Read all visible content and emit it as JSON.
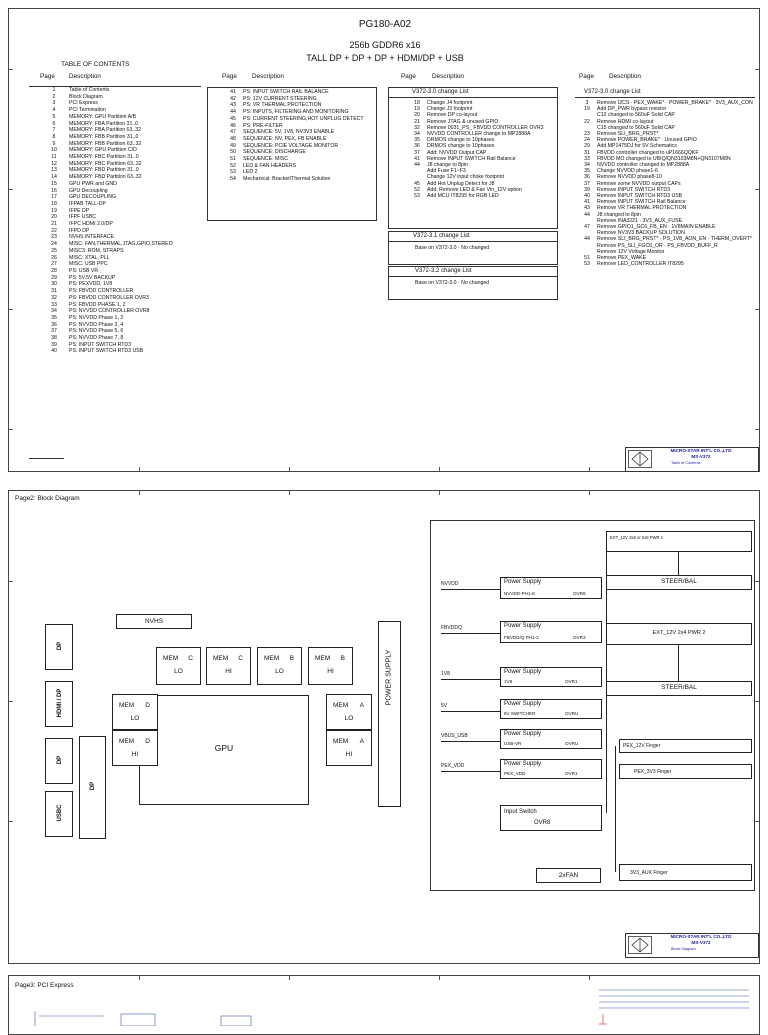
{
  "page1": {
    "title": "PG180-A02",
    "subtitle": "256b GDDR6 x16",
    "ports": "TALL DP + DP + DP + HDMI/DP + USB",
    "toc_title": "TABLE OF CONTENTS",
    "hdr_page": "Page",
    "hdr_desc": "Description",
    "toc_col1": [
      {
        "p": "1",
        "d": "Table of Contents"
      },
      {
        "p": "2",
        "d": "Block Diagram"
      },
      {
        "p": "3",
        "d": "PCI Express"
      },
      {
        "p": "4",
        "d": "PCI Termination"
      },
      {
        "p": "5",
        "d": "MEMORY: GPU Partition A/B"
      },
      {
        "p": "6",
        "d": "MEMORY: FBA Partition 31..0"
      },
      {
        "p": "7",
        "d": "MEMORY: FBA Partition 63..32"
      },
      {
        "p": "8",
        "d": "MEMORY: FBB Partition 31..0"
      },
      {
        "p": "9",
        "d": "MEMORY: FBB Partition 63..32"
      },
      {
        "p": "10",
        "d": "MEMORY: GPU Partition C/D"
      },
      {
        "p": "11",
        "d": "MEMORY: FBC Partition 31..0"
      },
      {
        "p": "12",
        "d": "MEMORY: FBC Partition 63..32"
      },
      {
        "p": "13",
        "d": "MEMORY: FBD Partition 31..0"
      },
      {
        "p": "14",
        "d": "MEMORY: FBD Partition 63..32"
      },
      {
        "p": "15",
        "d": "GPU PWR and GND"
      },
      {
        "p": "16",
        "d": "GPU Decoupling"
      },
      {
        "p": "17",
        "d": "GPU DECOUPLING"
      },
      {
        "p": "18",
        "d": "IFPAB TALL-DP"
      },
      {
        "p": "19",
        "d": "IFPE DP"
      },
      {
        "p": "20",
        "d": "IFPF USBC"
      },
      {
        "p": "21",
        "d": "IFPC HDMI 2.0/DP"
      },
      {
        "p": "22",
        "d": "IFPD DP"
      },
      {
        "p": "23",
        "d": "NVHS INTERFACE"
      },
      {
        "p": "24",
        "d": "MISC: FAN,THERMAL,JTAG,GPIO,STEREO"
      },
      {
        "p": "25",
        "d": "MISC3: ROM, STRAPS"
      },
      {
        "p": "26",
        "d": "MISC: XTAL, PLL"
      },
      {
        "p": "27",
        "d": "MISC: USB PPC"
      },
      {
        "p": "28",
        "d": "PS: USB VR"
      },
      {
        "p": "29",
        "d": "PS: 5V,5V BACKUP"
      },
      {
        "p": "30",
        "d": "PS: PEXVDD, 1V8"
      },
      {
        "p": "31",
        "d": "PS: FBVDD CONTROLLER"
      },
      {
        "p": "32",
        "d": "PS: FBVDD CONTROLLER OVR3"
      },
      {
        "p": "33",
        "d": "PS: FBVDD PHASE 1, 2"
      },
      {
        "p": "34",
        "d": "PS: NVVDD CONTROLLER OVR8"
      },
      {
        "p": "35",
        "d": "PS: NVVDD Phase 1, 2"
      },
      {
        "p": "36",
        "d": "PS: NVVDD Phase 3, 4"
      },
      {
        "p": "37",
        "d": "PS: NVVDD Phase 5, 6"
      },
      {
        "p": "38",
        "d": "PS: NVVDD Phase 7, 8"
      },
      {
        "p": "39",
        "d": "PS: INPUT SWITCH RTD3"
      },
      {
        "p": "40",
        "d": "PS: INPUT SWITCH RTD3 USB"
      }
    ],
    "toc_col2": [
      {
        "p": "41",
        "d": "PS: INPUT SWITCH RAIL BALANCE"
      },
      {
        "p": "42",
        "d": "PS: 12V CURRENT STEERING"
      },
      {
        "p": "43",
        "d": "PS: VR THERMAL PROTECTION"
      },
      {
        "p": "44",
        "d": "PS: INPUTS, FILTERING AND MONITORING"
      },
      {
        "p": "45",
        "d": "PS: CURRENT STEERING,HOT UNPLUG DETECT"
      },
      {
        "p": "46",
        "d": "PS: PRE-FILTER"
      },
      {
        "p": "47",
        "d": "SEQUENCE: 5V, 1V8, NV3V3 ENABLE"
      },
      {
        "p": "48",
        "d": "SEQUENCE: NV, PEX, FB ENABLE"
      },
      {
        "p": "49",
        "d": "SEQUENCE: PCIE VOLTAGE MONITOR"
      },
      {
        "p": "50",
        "d": "SEQUENCE: DISCHARGE"
      },
      {
        "p": "51",
        "d": "SEQUENCE: MISC"
      },
      {
        "p": "52",
        "d": "LED & FAN HEADERS"
      },
      {
        "p": "53",
        "d": "LED 2"
      },
      {
        "p": "54",
        "d": "Mechanical: Bracket/Thermal Solution"
      }
    ],
    "col3_title1": "V372-3.0 change List",
    "col3_changes": [
      {
        "p": "18",
        "d": "Change J4 footprint"
      },
      {
        "p": "19",
        "d": "Change J3 footprint"
      },
      {
        "p": "20",
        "d": "Remove DP co-layout"
      },
      {
        "p": "21",
        "d": "Remove JTAG & unused GPIO"
      },
      {
        "p": "32",
        "d": "Remove 0031_PS_ FBVDD CONTROLLER OVR3"
      },
      {
        "p": "34",
        "d": "NVVDD CONTROLLER change to MP2888A"
      },
      {
        "p": "35",
        "d": "DRMOS change to 10phases"
      },
      {
        "p": "36",
        "d": "DRMOS change to 10phases"
      },
      {
        "p": "37",
        "d": "Add: NVVDD Output CAP"
      },
      {
        "p": "41",
        "d": "Remove INPUT SWITCH Rail Balance"
      },
      {
        "p": "44",
        "d": "J8 change to 8pin"
      },
      {
        "p": "",
        "d": "Add Fuse F1~F3"
      },
      {
        "p": "",
        "d": "Change 12V input choke footprint"
      },
      {
        "p": "45",
        "d": "Add Hot Unplug Detect for J8"
      },
      {
        "p": "52",
        "d": "Add: Remove LED & Fan Vin_12V option"
      },
      {
        "p": "53",
        "d": "Add MCU IT8295 for RGB LED"
      }
    ],
    "col3_title2": "V372-3.1 change List",
    "col3_note2": "Base on V372-3.0 · No changed",
    "col3_title3": "V372-3.2 change List",
    "col3_note3": "Base on V372-3.0 · No changed",
    "col4_title": "V372-3.0 change List",
    "col4_changes": [
      {
        "p": "3",
        "d": "Remove I2CS · PEX_WAKE* · POWER_BRAKE* · 3V3_AUX_CON"
      },
      {
        "p": "19",
        "d": "Add DP_PWR bypass resistor"
      },
      {
        "p": "",
        "d": "C12 changed to 560uF Solid CAP"
      },
      {
        "p": "22",
        "d": "Remove HDMI co-layout"
      },
      {
        "p": "",
        "d": "C15 changed to 560uF Solid CAP"
      },
      {
        "p": "23",
        "d": "Remove SLI_BRG_PRST*"
      },
      {
        "p": "24",
        "d": "Remove POWER_BRAKE* · Unused GPIO"
      },
      {
        "p": "29",
        "d": "Add MP1475DJ for 5V Schematics"
      },
      {
        "p": "31",
        "d": "FBVDD controller changed to uP1666QQKF"
      },
      {
        "p": "33",
        "d": "FBVDD MO changed to UBIQ/QN3103M8N+QN3107M8N"
      },
      {
        "p": "34",
        "d": "NVVDD controller changed to MP2888A"
      },
      {
        "p": "35",
        "d": "Change NVVDD phase1-6"
      },
      {
        "p": "36",
        "d": "Remove NVVDD phase8-10"
      },
      {
        "p": "37",
        "d": "Remove some NVVDD output CAPs"
      },
      {
        "p": "39",
        "d": "Remove INPUT SWITCH RTD3"
      },
      {
        "p": "40",
        "d": "Remove INPUT SWITCH RTD3 USB"
      },
      {
        "p": "41",
        "d": "Remove INPUT SWITCH Rail Balance"
      },
      {
        "p": "43",
        "d": "Remove VR THERMAL PROTECTION"
      },
      {
        "p": "44",
        "d": "J8 changed to 8pin"
      },
      {
        "p": "",
        "d": "Remove INA3221 · 3V3_AUX_FUSE"
      },
      {
        "p": "47",
        "d": "Remove GPIO1_GC6_FB_EN · 1V8MAIN ENABLE"
      },
      {
        "p": "",
        "d": "Remove NV3V3 BACKUP SOLUTION"
      },
      {
        "p": "44",
        "d": "Remove SLI_BRG_PRST* · PS_1V8_AON_EN · THERM_OVERT*"
      },
      {
        "p": "",
        "d": "Remove PS_SLI_FGC6_OR · PS_FBVDD_BUFF_R"
      },
      {
        "p": "",
        "d": "Remove 12V Voltage Monitor"
      },
      {
        "p": "51",
        "d": "Remove PEX_WAKE"
      },
      {
        "p": "53",
        "d": "Remove LED_CONTROLLER IT8295"
      }
    ],
    "titleblock": {
      "company": "MICRO-STAR INT'L CO.,LTD",
      "model": "MS-V372",
      "title": "Table of Contents"
    }
  },
  "page2": {
    "label": "Page2: Block Diagram",
    "nvhs": "NVHS",
    "gpu": "GPU",
    "power_supply_bar": "POWER SUPPLY",
    "connectors": {
      "dp1": "DP",
      "hdmi": "HDMI / DP",
      "dp2": "DP",
      "usbc": "USBC",
      "dp_tall": "DP"
    },
    "mems": [
      {
        "a": "MEM",
        "b": "C",
        "c": "LO"
      },
      {
        "a": "MEM",
        "b": "C",
        "c": "HI"
      },
      {
        "a": "MEM",
        "b": "B",
        "c": "LO"
      },
      {
        "a": "MEM",
        "b": "B",
        "c": "HI"
      },
      {
        "a": "MEM",
        "b": "D",
        "c": "LO"
      },
      {
        "a": "MEM",
        "b": "D",
        "c": "HI"
      },
      {
        "a": "MEM",
        "b": "A",
        "c": "LO"
      },
      {
        "a": "MEM",
        "b": "A",
        "c": "HI"
      }
    ],
    "rails": [
      {
        "net": "NVVDD",
        "title": "Power Supply",
        "sub": "NVVDD-PH1-8",
        "ctrl": "OVR8"
      },
      {
        "net": "FBVDDQ",
        "title": "Power Supply",
        "sub": "FBVDD/Q PH1-2",
        "ctrl": "OVR3"
      },
      {
        "net": "1V8",
        "title": "Power Supply",
        "sub": "1V8",
        "ctrl": "OVR1"
      },
      {
        "net": "5V",
        "title": "Power Supply",
        "sub": "5V SWITCHER",
        "ctrl": "OVRU"
      },
      {
        "net": "VBUS_USB",
        "title": "Power Supply",
        "sub": "USB-VR",
        "ctrl": "OVRU"
      },
      {
        "net": "PEX_VDD",
        "title": "Power Supply",
        "sub": "PEX_VDD",
        "ctrl": "OVR1"
      }
    ],
    "input_switch": {
      "title": "Input Switch",
      "ctrl": "OVR8"
    },
    "fan": "2xFAN",
    "right": {
      "ext1": "EXT_12V 3x8 or 2x8 PWR 1",
      "steer1": "STEER/BAL",
      "ext2": "EXT_12V 2x4 PWR 2",
      "steer2": "STEER/BAL",
      "pex12": "PEX_12V Finger",
      "pex33": "PEX_3V3 Finger",
      "aux": "3V3_AUX Finger"
    },
    "titleblock": {
      "company": "MICRO-STAR INT'L CO.,LTD",
      "model": "MS-V372",
      "title": "Block Diagram"
    }
  },
  "page3": {
    "label": "Page3: PCI Express"
  }
}
